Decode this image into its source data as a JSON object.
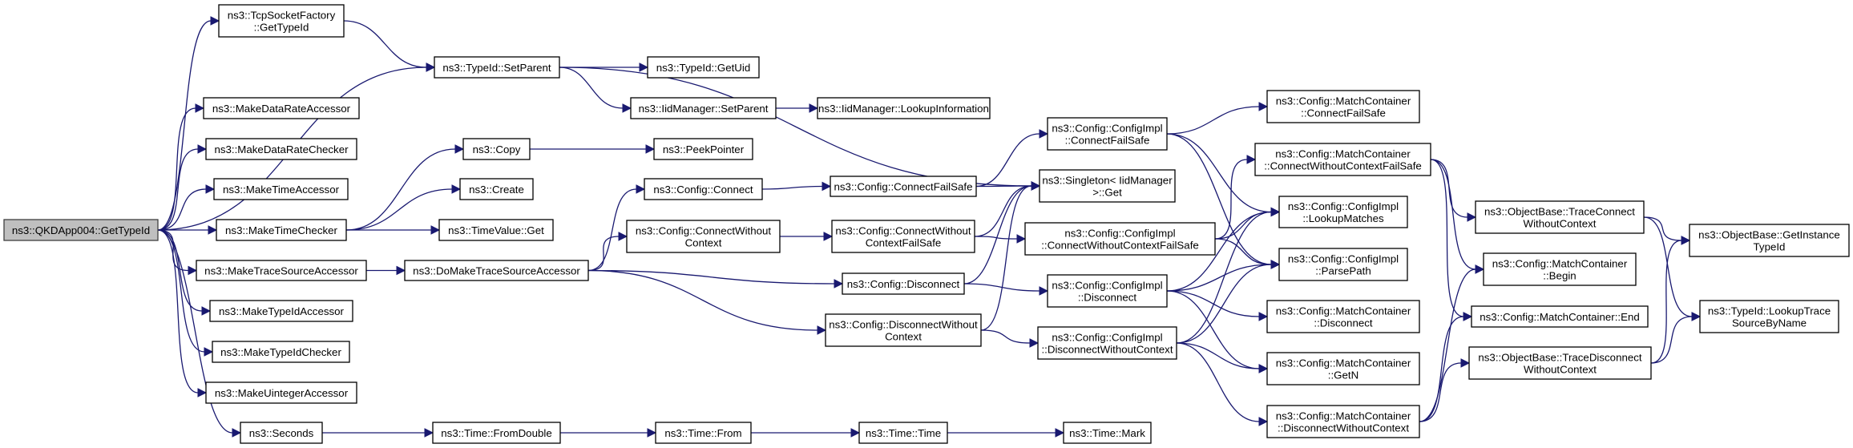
{
  "diagram": {
    "type": "call-graph",
    "root": "qkdapp-gettypeid",
    "edge_color": "#191970",
    "root_fill": "#bfbfbf",
    "nodes": [
      {
        "id": "qkdapp-gettypeid",
        "lines": [
          "ns3::QKDApp004::GetTypeId"
        ]
      },
      {
        "id": "tcpsocketfactory-gettypeid",
        "lines": [
          "ns3::TcpSocketFactory",
          "::GetTypeId"
        ]
      },
      {
        "id": "makedatarateaccessor",
        "lines": [
          "ns3::MakeDataRateAccessor"
        ]
      },
      {
        "id": "makedataratechecker",
        "lines": [
          "ns3::MakeDataRateChecker"
        ]
      },
      {
        "id": "maketimeaccessor",
        "lines": [
          "ns3::MakeTimeAccessor"
        ]
      },
      {
        "id": "maketimechecker",
        "lines": [
          "ns3::MakeTimeChecker"
        ]
      },
      {
        "id": "maketracesourceaccessor",
        "lines": [
          "ns3::MakeTraceSourceAccessor"
        ]
      },
      {
        "id": "maketypeidaccessor",
        "lines": [
          "ns3::MakeTypeIdAccessor"
        ]
      },
      {
        "id": "maketypeidchecker",
        "lines": [
          "ns3::MakeTypeIdChecker"
        ]
      },
      {
        "id": "makeuintegeraccessor",
        "lines": [
          "ns3::MakeUintegerAccessor"
        ]
      },
      {
        "id": "seconds",
        "lines": [
          "ns3::Seconds"
        ]
      },
      {
        "id": "typeid-setparent",
        "lines": [
          "ns3::TypeId::SetParent"
        ]
      },
      {
        "id": "typeid-getuid",
        "lines": [
          "ns3::TypeId::GetUid"
        ]
      },
      {
        "id": "iidmanager-setparent",
        "lines": [
          "ns3::IidManager::SetParent"
        ]
      },
      {
        "id": "copy",
        "lines": [
          "ns3::Copy"
        ]
      },
      {
        "id": "create",
        "lines": [
          "ns3::Create"
        ]
      },
      {
        "id": "timevalue-get",
        "lines": [
          "ns3::TimeValue::Get"
        ]
      },
      {
        "id": "domaketracesourceaccessor",
        "lines": [
          "ns3::DoMakeTraceSourceAccessor"
        ]
      },
      {
        "id": "time-fromdouble",
        "lines": [
          "ns3::Time::FromDouble"
        ]
      },
      {
        "id": "peekpointer",
        "lines": [
          "ns3::PeekPointer"
        ]
      },
      {
        "id": "config-connect",
        "lines": [
          "ns3::Config::Connect"
        ]
      },
      {
        "id": "config-connectwithoutcontext",
        "lines": [
          "ns3::Config::ConnectWithout",
          "Context"
        ]
      },
      {
        "id": "time-from",
        "lines": [
          "ns3::Time::From"
        ]
      },
      {
        "id": "iidmanager-lookupinformation",
        "lines": [
          "ns3::IidManager::LookupInformation"
        ]
      },
      {
        "id": "config-connectfailsafe",
        "lines": [
          "ns3::Config::ConnectFailSafe"
        ]
      },
      {
        "id": "config-connectwithoutcontextfailsafe",
        "lines": [
          "ns3::Config::ConnectWithout",
          "ContextFailSafe"
        ]
      },
      {
        "id": "config-disconnect",
        "lines": [
          "ns3::Config::Disconnect"
        ]
      },
      {
        "id": "config-disconnectwithoutcontext",
        "lines": [
          "ns3::Config::DisconnectWithout",
          "Context"
        ]
      },
      {
        "id": "time-time",
        "lines": [
          "ns3::Time::Time"
        ]
      },
      {
        "id": "configimpl-connectfailsafe",
        "lines": [
          "ns3::Config::ConfigImpl",
          "::ConnectFailSafe"
        ]
      },
      {
        "id": "singleton-get",
        "lines": [
          "ns3::Singleton< IidManager",
          ">::Get"
        ]
      },
      {
        "id": "configimpl-connectwithoutcontextfailsafe",
        "lines": [
          "ns3::Config::ConfigImpl",
          "::ConnectWithoutContextFailSafe"
        ]
      },
      {
        "id": "configimpl-disconnect",
        "lines": [
          "ns3::Config::ConfigImpl",
          "::Disconnect"
        ]
      },
      {
        "id": "configimpl-disconnectwithoutcontext",
        "lines": [
          "ns3::Config::ConfigImpl",
          "::DisconnectWithoutContext"
        ]
      },
      {
        "id": "time-mark",
        "lines": [
          "ns3::Time::Mark"
        ]
      },
      {
        "id": "matchcontainer-connectfailsafe",
        "lines": [
          "ns3::Config::MatchContainer",
          "::ConnectFailSafe"
        ]
      },
      {
        "id": "matchcontainer-connectwithoutcontextfailsafe",
        "lines": [
          "ns3::Config::MatchContainer",
          "::ConnectWithoutContextFailSafe"
        ]
      },
      {
        "id": "configimpl-lookupmatches",
        "lines": [
          "ns3::Config::ConfigImpl",
          "::LookupMatches"
        ]
      },
      {
        "id": "configimpl-parsepath",
        "lines": [
          "ns3::Config::ConfigImpl",
          "::ParsePath"
        ]
      },
      {
        "id": "matchcontainer-disconnect",
        "lines": [
          "ns3::Config::MatchContainer",
          "::Disconnect"
        ]
      },
      {
        "id": "matchcontainer-getn",
        "lines": [
          "ns3::Config::MatchContainer",
          "::GetN"
        ]
      },
      {
        "id": "matchcontainer-disconnectwithoutcontext",
        "lines": [
          "ns3::Config::MatchContainer",
          "::DisconnectWithoutContext"
        ]
      },
      {
        "id": "objectbase-traceconnectwithoutcontext",
        "lines": [
          "ns3::ObjectBase::TraceConnect",
          "WithoutContext"
        ]
      },
      {
        "id": "matchcontainer-begin",
        "lines": [
          "ns3::Config::MatchContainer",
          "::Begin"
        ]
      },
      {
        "id": "matchcontainer-end",
        "lines": [
          "ns3::Config::MatchContainer::End"
        ]
      },
      {
        "id": "objectbase-tracedisconnectwithoutcontext",
        "lines": [
          "ns3::ObjectBase::TraceDisconnect",
          "WithoutContext"
        ]
      },
      {
        "id": "objectbase-getinstancetypeid",
        "lines": [
          "ns3::ObjectBase::GetInstance",
          "TypeId"
        ]
      },
      {
        "id": "typeid-lookuptracesourcebyname",
        "lines": [
          "ns3::TypeId::LookupTrace",
          "SourceByName"
        ]
      }
    ],
    "edges": [
      [
        "qkdapp-gettypeid",
        "tcpsocketfactory-gettypeid"
      ],
      [
        "qkdapp-gettypeid",
        "typeid-setparent"
      ],
      [
        "qkdapp-gettypeid",
        "makedatarateaccessor"
      ],
      [
        "qkdapp-gettypeid",
        "makedataratechecker"
      ],
      [
        "qkdapp-gettypeid",
        "maketimeaccessor"
      ],
      [
        "qkdapp-gettypeid",
        "maketimechecker"
      ],
      [
        "qkdapp-gettypeid",
        "maketracesourceaccessor"
      ],
      [
        "qkdapp-gettypeid",
        "maketypeidaccessor"
      ],
      [
        "qkdapp-gettypeid",
        "maketypeidchecker"
      ],
      [
        "qkdapp-gettypeid",
        "makeuintegeraccessor"
      ],
      [
        "qkdapp-gettypeid",
        "seconds"
      ],
      [
        "tcpsocketfactory-gettypeid",
        "typeid-setparent"
      ],
      [
        "typeid-setparent",
        "typeid-getuid"
      ],
      [
        "typeid-setparent",
        "iidmanager-setparent"
      ],
      [
        "typeid-setparent",
        "singleton-get"
      ],
      [
        "iidmanager-setparent",
        "iidmanager-lookupinformation"
      ],
      [
        "maketimechecker",
        "copy"
      ],
      [
        "maketimechecker",
        "create"
      ],
      [
        "maketimechecker",
        "timevalue-get"
      ],
      [
        "copy",
        "peekpointer"
      ],
      [
        "maketracesourceaccessor",
        "domaketracesourceaccessor"
      ],
      [
        "domaketracesourceaccessor",
        "config-connect"
      ],
      [
        "domaketracesourceaccessor",
        "config-connectwithoutcontext"
      ],
      [
        "domaketracesourceaccessor",
        "config-disconnect"
      ],
      [
        "domaketracesourceaccessor",
        "config-disconnectwithoutcontext"
      ],
      [
        "config-connect",
        "config-connectfailsafe"
      ],
      [
        "config-connectwithoutcontext",
        "config-connectwithoutcontextfailsafe"
      ],
      [
        "config-connectfailsafe",
        "configimpl-connectfailsafe"
      ],
      [
        "config-connectfailsafe",
        "singleton-get"
      ],
      [
        "config-connectwithoutcontextfailsafe",
        "singleton-get"
      ],
      [
        "config-connectwithoutcontextfailsafe",
        "configimpl-connectwithoutcontextfailsafe"
      ],
      [
        "config-disconnect",
        "singleton-get"
      ],
      [
        "config-disconnect",
        "configimpl-disconnect"
      ],
      [
        "config-disconnectwithoutcontext",
        "singleton-get"
      ],
      [
        "config-disconnectwithoutcontext",
        "configimpl-disconnectwithoutcontext"
      ],
      [
        "configimpl-connectfailsafe",
        "matchcontainer-connectfailsafe"
      ],
      [
        "configimpl-connectfailsafe",
        "configimpl-lookupmatches"
      ],
      [
        "configimpl-connectfailsafe",
        "configimpl-parsepath"
      ],
      [
        "configimpl-connectwithoutcontextfailsafe",
        "matchcontainer-connectwithoutcontextfailsafe"
      ],
      [
        "configimpl-connectwithoutcontextfailsafe",
        "configimpl-lookupmatches"
      ],
      [
        "configimpl-connectwithoutcontextfailsafe",
        "configimpl-parsepath"
      ],
      [
        "configimpl-disconnect",
        "configimpl-lookupmatches"
      ],
      [
        "configimpl-disconnect",
        "configimpl-parsepath"
      ],
      [
        "configimpl-disconnect",
        "matchcontainer-disconnect"
      ],
      [
        "configimpl-disconnect",
        "matchcontainer-getn"
      ],
      [
        "configimpl-disconnectwithoutcontext",
        "configimpl-lookupmatches"
      ],
      [
        "configimpl-disconnectwithoutcontext",
        "configimpl-parsepath"
      ],
      [
        "configimpl-disconnectwithoutcontext",
        "matchcontainer-getn"
      ],
      [
        "configimpl-disconnectwithoutcontext",
        "matchcontainer-disconnectwithoutcontext"
      ],
      [
        "seconds",
        "time-fromdouble"
      ],
      [
        "time-fromdouble",
        "time-from"
      ],
      [
        "time-from",
        "time-time"
      ],
      [
        "time-time",
        "time-mark"
      ],
      [
        "matchcontainer-connectwithoutcontextfailsafe",
        "objectbase-traceconnectwithoutcontext"
      ],
      [
        "matchcontainer-connectwithoutcontextfailsafe",
        "matchcontainer-begin"
      ],
      [
        "matchcontainer-connectwithoutcontextfailsafe",
        "matchcontainer-end"
      ],
      [
        "matchcontainer-disconnectwithoutcontext",
        "matchcontainer-begin"
      ],
      [
        "matchcontainer-disconnectwithoutcontext",
        "matchcontainer-end"
      ],
      [
        "matchcontainer-disconnectwithoutcontext",
        "objectbase-tracedisconnectwithoutcontext"
      ],
      [
        "objectbase-traceconnectwithoutcontext",
        "objectbase-getinstancetypeid"
      ],
      [
        "objectbase-traceconnectwithoutcontext",
        "typeid-lookuptracesourcebyname"
      ],
      [
        "objectbase-tracedisconnectwithoutcontext",
        "objectbase-getinstancetypeid"
      ],
      [
        "objectbase-tracedisconnectwithoutcontext",
        "typeid-lookuptracesourcebyname"
      ]
    ]
  }
}
